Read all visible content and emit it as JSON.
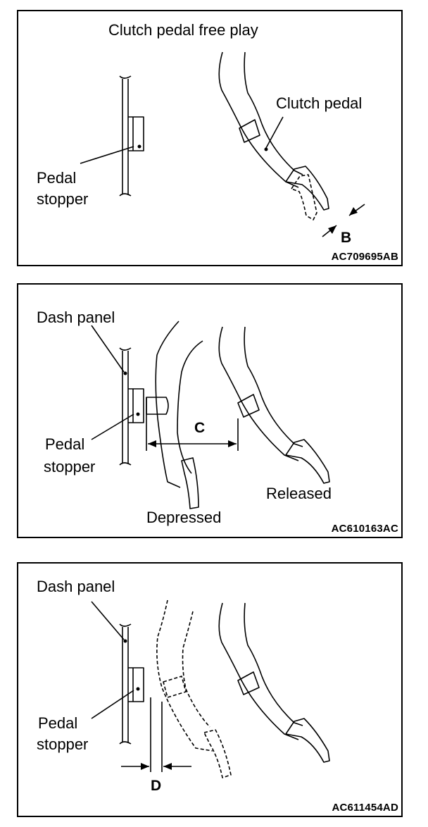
{
  "panels": [
    {
      "title": "Clutch pedal free play",
      "labels": {
        "pedal_stopper_1": "Pedal",
        "pedal_stopper_2": "stopper",
        "clutch_pedal": "Clutch pedal"
      },
      "dimension": "B",
      "code": "AC709695AB"
    },
    {
      "labels": {
        "dash_panel": "Dash panel",
        "pedal_stopper_1": "Pedal",
        "pedal_stopper_2": "stopper",
        "released": "Released",
        "depressed": "Depressed"
      },
      "dimension": "C",
      "code": "AC610163AC"
    },
    {
      "labels": {
        "dash_panel": "Dash panel",
        "pedal_stopper_1": "Pedal",
        "pedal_stopper_2": "stopper"
      },
      "dimension": "D",
      "code": "AC611454AD"
    }
  ]
}
